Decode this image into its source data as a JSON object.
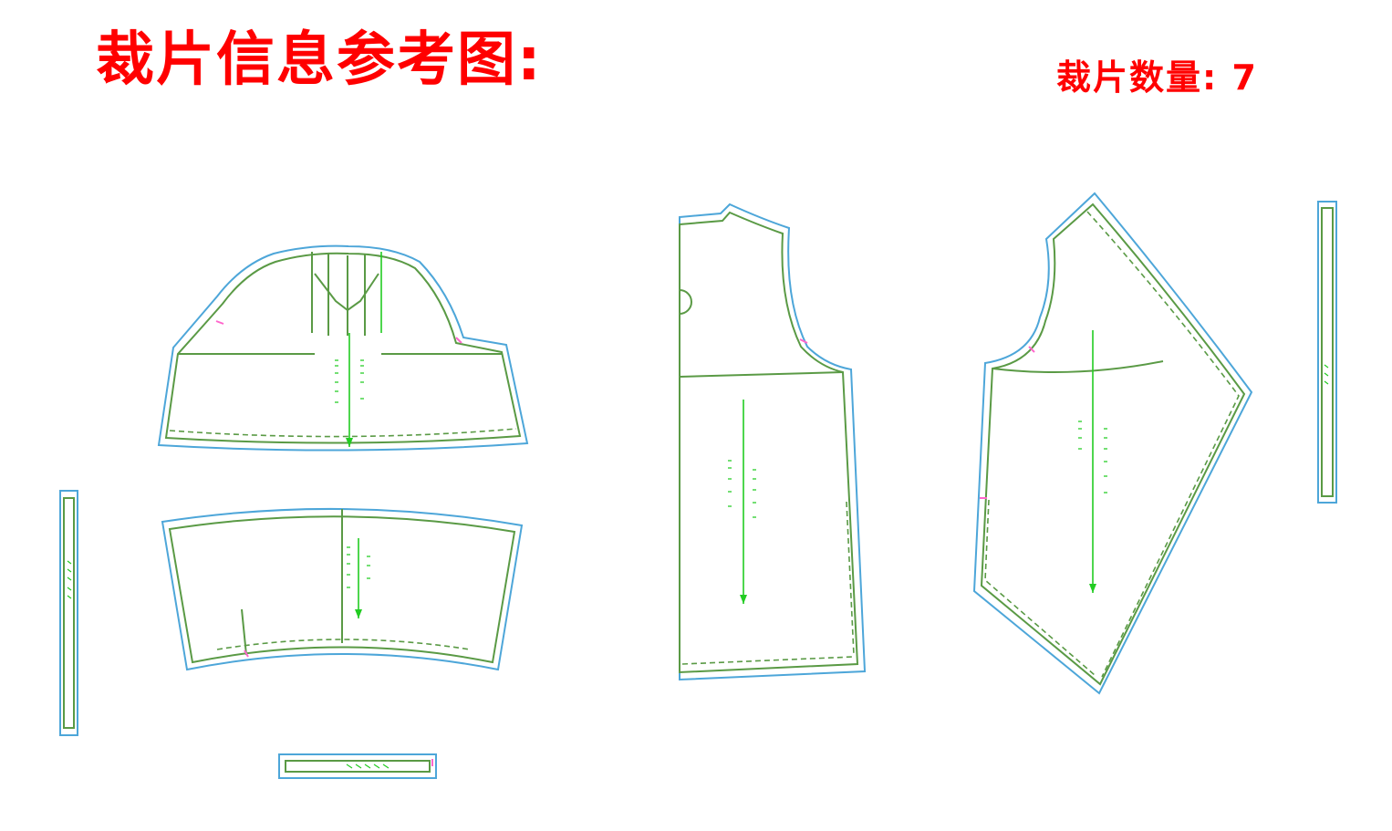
{
  "header": {
    "title": "裁片信息参考图:",
    "count_label": "裁片数量: ",
    "count_value": "7"
  },
  "colors": {
    "title": "#ff0000",
    "cut_line": "#4da6d9",
    "sew_line": "#5a9a45",
    "grain_line": "#22cc22",
    "notch": "#ff66cc"
  },
  "icons": [
    "grain-arrow-icon"
  ]
}
